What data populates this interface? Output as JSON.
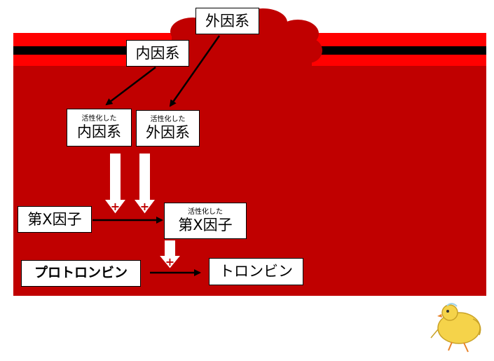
{
  "colors": {
    "background": "#c00000",
    "band": "#ff0000",
    "line": "#000000",
    "box_fill": "#ffffff",
    "arrow_fill": "#ffffff",
    "arrow_stroke": "#c00000",
    "plus_color": "#c00000",
    "chick_body": "#f5d34a"
  },
  "nodes": {
    "extrinsic": {
      "label": "外因系"
    },
    "intrinsic": {
      "label": "内因系"
    },
    "activated_intrinsic": {
      "sub": "活性化した",
      "label": "内因系"
    },
    "activated_extrinsic": {
      "sub": "活性化した",
      "label": "外因系"
    },
    "factor_x": {
      "label": "第X因子"
    },
    "activated_factor_x": {
      "sub": "活性化した",
      "label": "第X因子"
    },
    "prothrombin": {
      "label": "プロトロンビン"
    },
    "thrombin": {
      "label": "トロンビン"
    }
  },
  "plus_sign": "+",
  "decoration": {
    "icon": "chick-mascot-icon"
  }
}
